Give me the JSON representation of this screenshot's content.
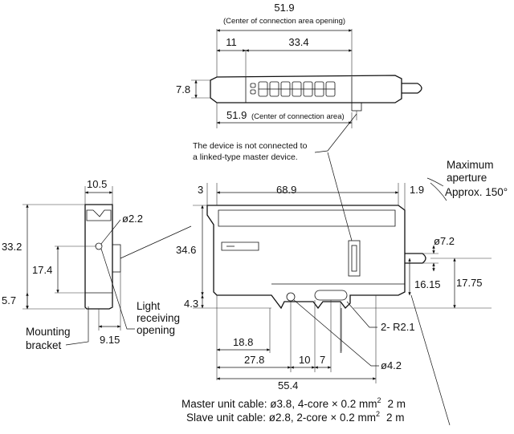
{
  "top_view": {
    "overall": "51.9",
    "overall_note": "(Center of connection area opening)",
    "left_seg": "11",
    "mid_seg": "33.4",
    "height": "7.8",
    "bottom_overall": "51.9",
    "bottom_note": "(Center of connection area)"
  },
  "callout_note": {
    "line1": "The device is not connected to",
    "line2": "a linked-type master device."
  },
  "aperture": {
    "line1": "Maximum",
    "line2": "aperture",
    "line3": "Approx. 150°"
  },
  "side_view": {
    "width": "10.5",
    "hole_dia": "ø2.2",
    "height": "33.2",
    "opening_h": "17.4",
    "bottom_off": "5.7",
    "depth": "9.15",
    "bracket_label_1": "Mounting",
    "bracket_label_2": "bracket",
    "opening_label_1": "Light",
    "opening_label_2": "receiving",
    "opening_label_3": "opening"
  },
  "front_view": {
    "left_off": "3",
    "length": "68.9",
    "right_off": "1.9",
    "height": "34.6",
    "base_h": "4.3",
    "cable_dia": "ø7.2",
    "cable_center": "16.15",
    "cable_height": "17.75",
    "slot": "2- R2.1",
    "d1": "18.8",
    "d2": "27.8",
    "d3": "10",
    "d4": "7",
    "d5": "55.4",
    "hole_dia": "ø4.2"
  },
  "cables": {
    "master": "Master unit cable: ø3.8, 4-core × 0.2 mm",
    "master_unit": "2 m",
    "slave": "Slave unit cable: ø2.8, 2-core × 0.2 mm",
    "slave_unit": "2 m",
    "sup": "2"
  }
}
